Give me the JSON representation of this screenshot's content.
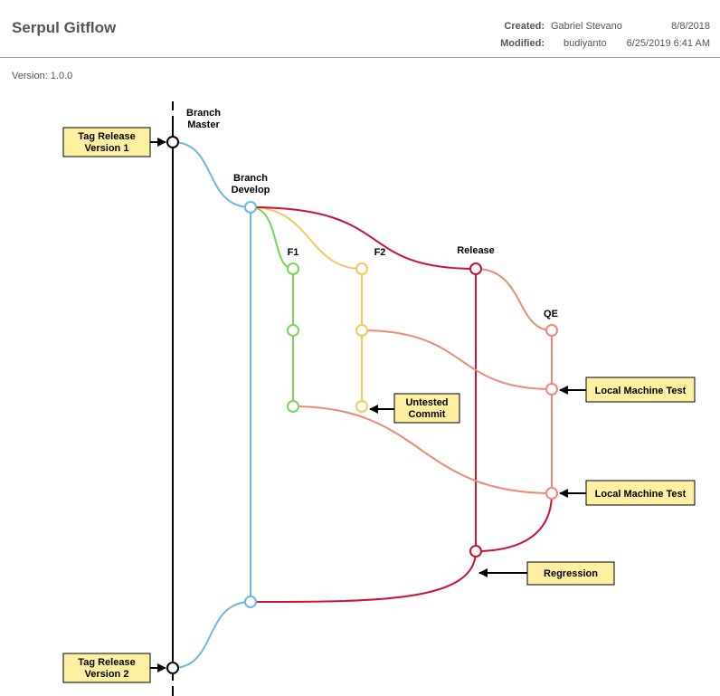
{
  "header": {
    "title": "Serpul Gitflow",
    "created_label": "Created:",
    "created_by": "Gabriel Stevano",
    "created_date": "8/8/2018",
    "modified_label": "Modified:",
    "modified_by": "budiyanto",
    "modified_date": "6/25/2019 6:41 AM"
  },
  "version": "Version: 1.0.0",
  "branches": {
    "master": [
      "Branch",
      "Master"
    ],
    "develop": [
      "Branch",
      "Develop"
    ],
    "f1": "F1",
    "f2": "F2",
    "release": "Release",
    "qe": "QE"
  },
  "callouts": {
    "tag_release_1": [
      "Tag Release",
      "Version 1"
    ],
    "tag_release_2": [
      "Tag Release",
      "Version 2"
    ],
    "untested_commit": [
      "Untested",
      "Commit"
    ],
    "local_machine_test_1": "Local Machine Test",
    "local_machine_test_2": "Local Machine Test",
    "regression": "Regression"
  },
  "colors": {
    "master": "#000000",
    "develop": "#6fb5e8",
    "f1": "#7dd35a",
    "f2": "#f5c85a",
    "release": "#cc1133",
    "qe": "#f08878",
    "callout_fill": "#fdf0a0"
  }
}
